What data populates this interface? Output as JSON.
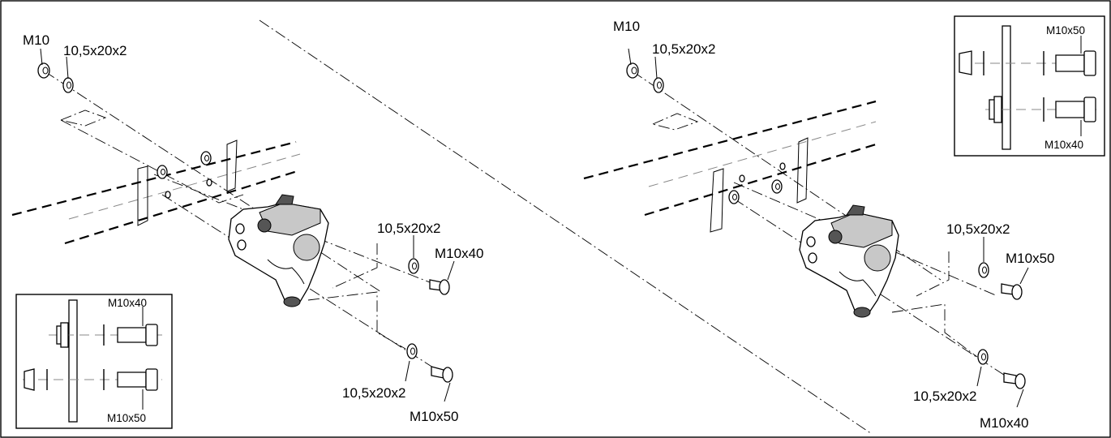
{
  "left_view": {
    "labels": {
      "nut": "M10",
      "washer_top": "10,5x20x2",
      "washer_mid": "10,5x20x2",
      "bolt_mid": "M10x40",
      "washer_low": "10,5x20x2",
      "bolt_low": "M10x50"
    },
    "inset": {
      "top_bolt": "M10x40",
      "bottom_bolt": "M10x50"
    }
  },
  "right_view": {
    "labels": {
      "nut": "M10",
      "washer_top": "10,5x20x2",
      "washer_mid": "10,5x20x2",
      "bolt_mid": "M10x50",
      "washer_low": "10,5x20x2",
      "bolt_low": "M10x40"
    },
    "inset": {
      "top_bolt": "M10x50",
      "bottom_bolt": "M10x40"
    }
  }
}
